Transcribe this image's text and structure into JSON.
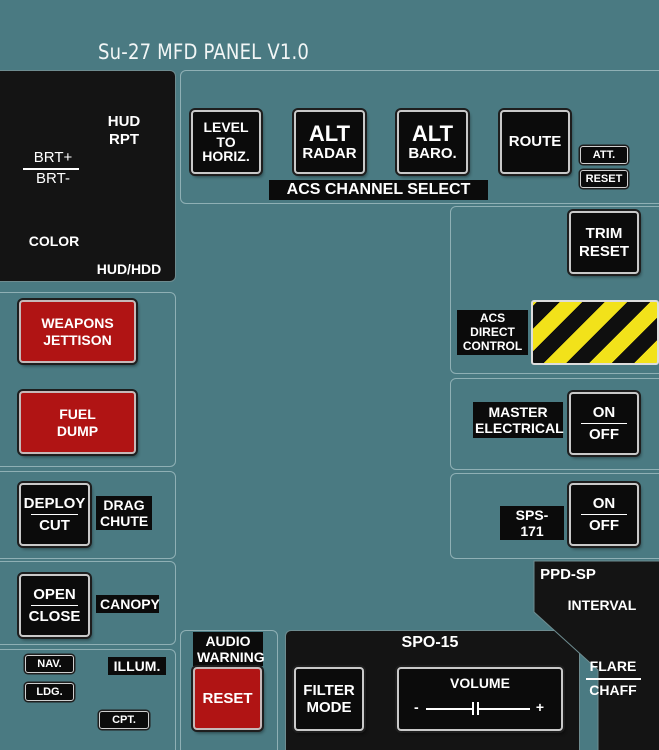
{
  "title": "Su-27 MFD PANEL V1.0",
  "hud_panel": {
    "hud_rpt": "HUD\nRPT",
    "brt_plus": "BRT+",
    "brt_minus": "BRT-",
    "color": "COLOR",
    "hud_hdd": "HUD/HDD"
  },
  "acs": {
    "level_to_horiz": [
      "LEVEL",
      "TO",
      "HORIZ."
    ],
    "alt_radar": [
      "ALT",
      "RADAR"
    ],
    "alt_baro": [
      "ALT",
      "BARO."
    ],
    "route": "ROUTE",
    "att": "ATT.",
    "reset": "RESET",
    "channel_select": "ACS CHANNEL SELECT"
  },
  "trim_reset": [
    "TRIM",
    "RESET"
  ],
  "acs_direct_control": [
    "ACS",
    "DIRECT",
    "CONTROL"
  ],
  "weapons_jettison": [
    "WEAPONS",
    "JETTISON"
  ],
  "fuel_dump": [
    "FUEL",
    "DUMP"
  ],
  "master_electrical": {
    "label": [
      "MASTER",
      "ELECTRICAL"
    ],
    "on": "ON",
    "off": "OFF"
  },
  "drag_chute": {
    "deploy": "DEPLOY",
    "cut": "CUT",
    "label": [
      "DRAG",
      "CHUTE"
    ]
  },
  "sps171": {
    "label": "SPS-171",
    "on": "ON",
    "off": "OFF"
  },
  "canopy": {
    "open": "OPEN",
    "close": "CLOSE",
    "label": "CANOPY"
  },
  "illum": {
    "nav": "NAV.",
    "ldg": "LDG.",
    "label": "ILLUM.",
    "cpt": "CPT."
  },
  "audio_warning": {
    "label": [
      "AUDIO",
      "WARNING"
    ],
    "reset": "RESET"
  },
  "spo15": {
    "title": "SPO-15",
    "filter_mode": [
      "FILTER",
      "MODE"
    ],
    "volume": "VOLUME",
    "minus": "-",
    "plus": "+"
  },
  "ppd_sp": {
    "title": "PPD-SP",
    "interval": "INTERVAL",
    "flare": "FLARE",
    "chaff": "CHAFF"
  },
  "colors": {
    "panel_bg": "#4a7a82",
    "button_red": "#b01414",
    "hazard_yellow": "#f2e21a"
  }
}
